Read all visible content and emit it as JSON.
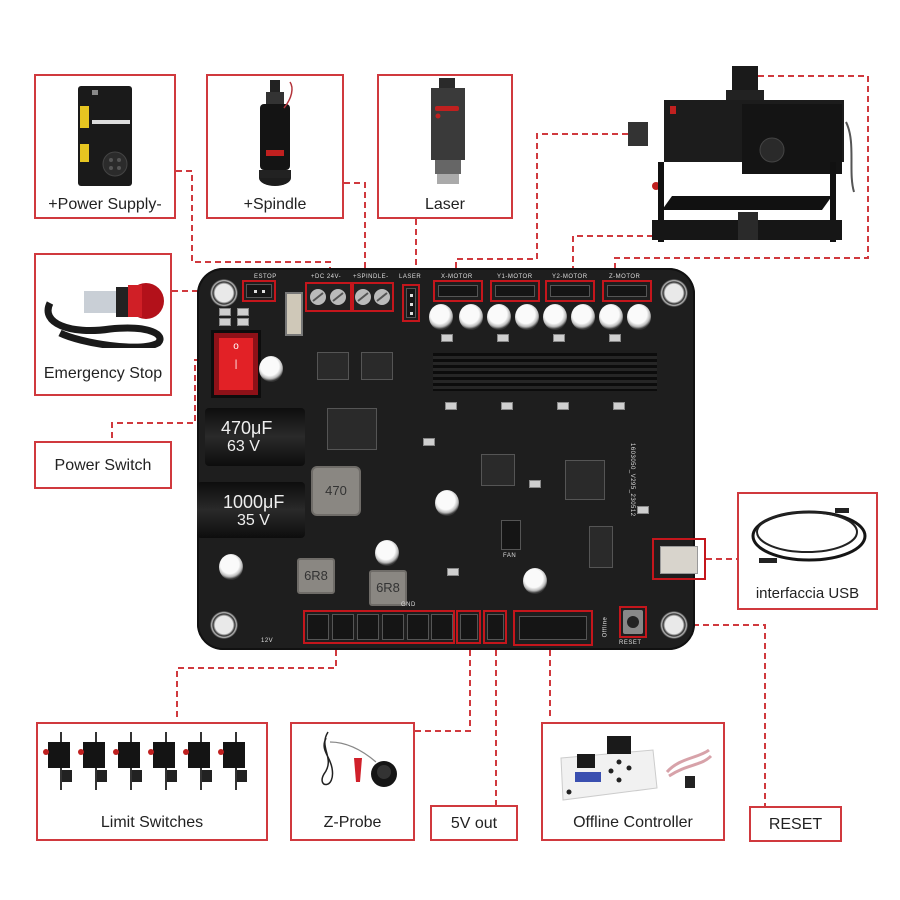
{
  "diagram": {
    "title": "CNC controller board wiring diagram",
    "accent_color": "#d0393e",
    "board_color": "#1e1e1e"
  },
  "peripherals": {
    "power_supply": {
      "label": "+Power Supply-",
      "icon": "power-supply-unit"
    },
    "spindle": {
      "label": "+Spindle",
      "icon": "spindle-motor"
    },
    "laser": {
      "label": "Laser",
      "icon": "laser-module"
    },
    "cnc_machine": {
      "label": "",
      "icon": "cnc-router-machine"
    },
    "emergency_stop": {
      "label": "Emergency Stop",
      "icon": "emergency-stop-button"
    },
    "power_switch": {
      "label": "Power Switch"
    },
    "usb": {
      "label": "interfaccia USB",
      "icon": "usb-cable"
    },
    "limit_switches": {
      "label": "Limit Switches",
      "icon": "limit-switch",
      "count": 6
    },
    "z_probe": {
      "label": "Z-Probe",
      "icon": "z-probe-clip"
    },
    "five_v_out": {
      "label": "5V out"
    },
    "offline_controller": {
      "label": "Offline Controller",
      "icon": "offline-controller-module"
    },
    "reset": {
      "label": "RESET"
    }
  },
  "board": {
    "silkscreen": {
      "estop": "ESTOP",
      "power": "+DC 24V-",
      "spindle": "+SPINDLE-",
      "laser": "LASER",
      "motor_x": "X-MOTOR",
      "motor_y1": "Y1-MOTOR",
      "motor_y2": "Y2-MOTOR",
      "motor_z": "Z-MOTOR",
      "gnd": "GND",
      "fan": "FAN",
      "reset": "RESET",
      "offline": "Offline",
      "version": "1603050_V295_230512",
      "v12": "12V"
    },
    "capacitors": [
      {
        "value": "470μF",
        "voltage": "63 V"
      },
      {
        "value": "1000μF",
        "voltage": "35 V"
      }
    ],
    "inductors": [
      "470",
      "6R8",
      "6R8"
    ]
  }
}
